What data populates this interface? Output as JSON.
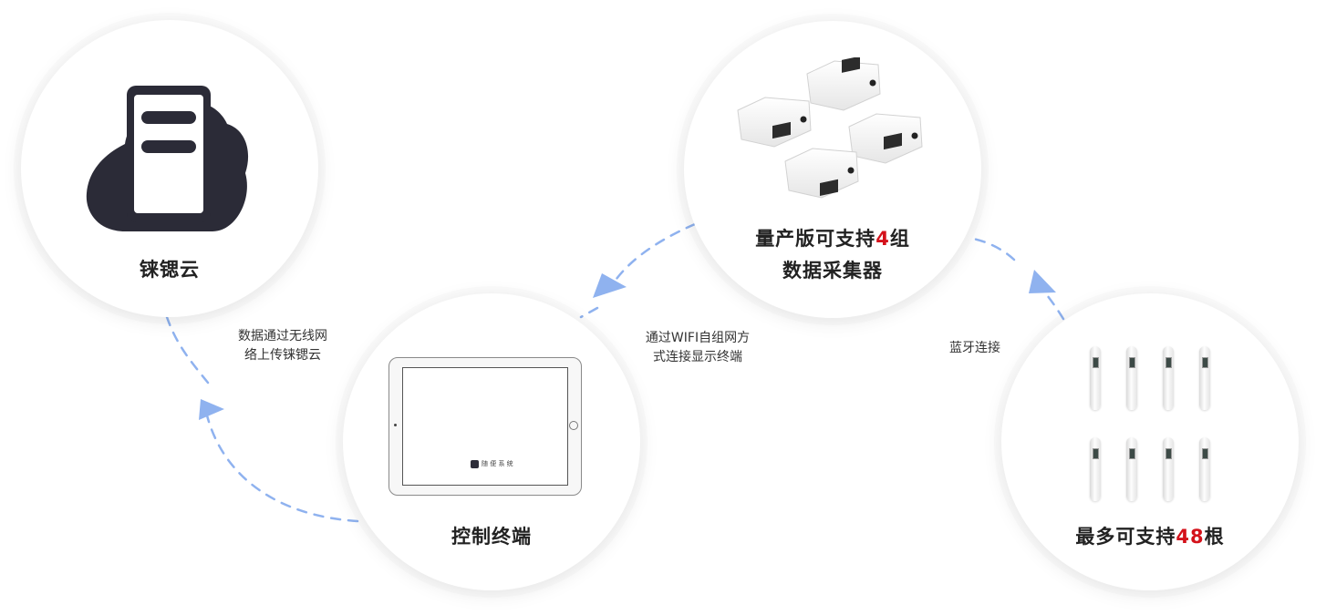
{
  "nodes": {
    "cloud": {
      "label": "铼锶云",
      "icon": "cloud-server-icon"
    },
    "hub": {
      "label_line1_pre": "量产版可支持",
      "label_line1_num": "4",
      "label_line1_post": "组",
      "label_line2": "数据采集器",
      "icon": "data-collector-device-icon"
    },
    "terminal": {
      "label": "控制终端",
      "icon": "tablet-icon",
      "app_name": "随 便 系 统"
    },
    "sensors": {
      "label_pre": "最多可支持",
      "label_num": "48",
      "label_post": "根",
      "icon": "sensor-probe-icon"
    }
  },
  "notes": {
    "terminal_to_cloud": {
      "line1": "数据通过无线网",
      "line2": "络上传铼锶云"
    },
    "hub_to_terminal": {
      "line1": "通过WIFI自组网方",
      "line2": "式连接显示终端"
    },
    "sensors_to_hub": {
      "line1": "蓝牙连接"
    }
  },
  "colors": {
    "highlight": "#d4121b",
    "arrow": "#8fb2ef",
    "text": "#222222"
  }
}
